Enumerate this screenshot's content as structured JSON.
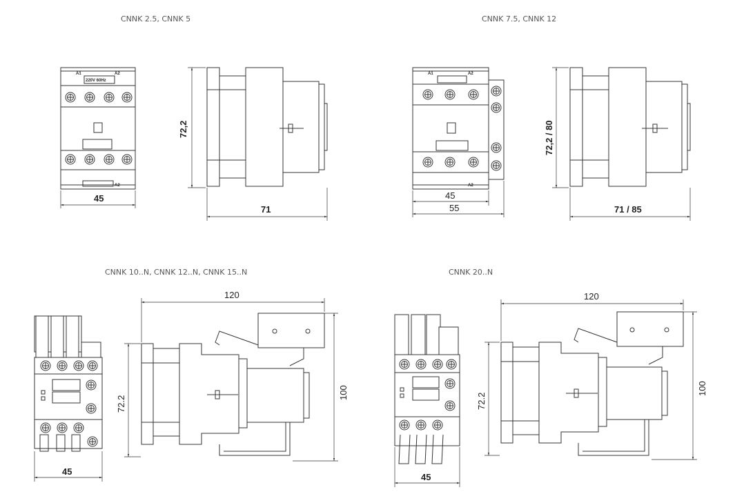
{
  "panels": [
    {
      "title": "CNNK 2.5, CNNK 5",
      "front": {
        "width_label": "45",
        "terminal_top_left": "A1",
        "terminal_top_right": "A2",
        "terminal_bottom": "A2",
        "coil_label": "220V 60Hz"
      },
      "side": {
        "height_label": "72,2",
        "depth_label": "71"
      }
    },
    {
      "title": "CNNK 7.5, CNNK 12",
      "front": {
        "width_label": "45",
        "overall_width_label": "55",
        "terminal_top_left": "A1",
        "terminal_top_right": "A2",
        "terminal_bottom": "A2"
      },
      "side": {
        "height_label": "72,2 / 80",
        "depth_label": "71 / 85"
      }
    },
    {
      "title": "CNNK 10..N, CNNK 12..N, CNNK 15..N",
      "front": {
        "width_label": "45"
      },
      "side": {
        "height_label": "72.2",
        "overall_height_label": "100",
        "depth_label": "120"
      }
    },
    {
      "title": "CNNK 20..N",
      "front": {
        "width_label": "45"
      },
      "side": {
        "height_label": "72.2",
        "overall_height_label": "100",
        "depth_label": "120"
      }
    }
  ]
}
